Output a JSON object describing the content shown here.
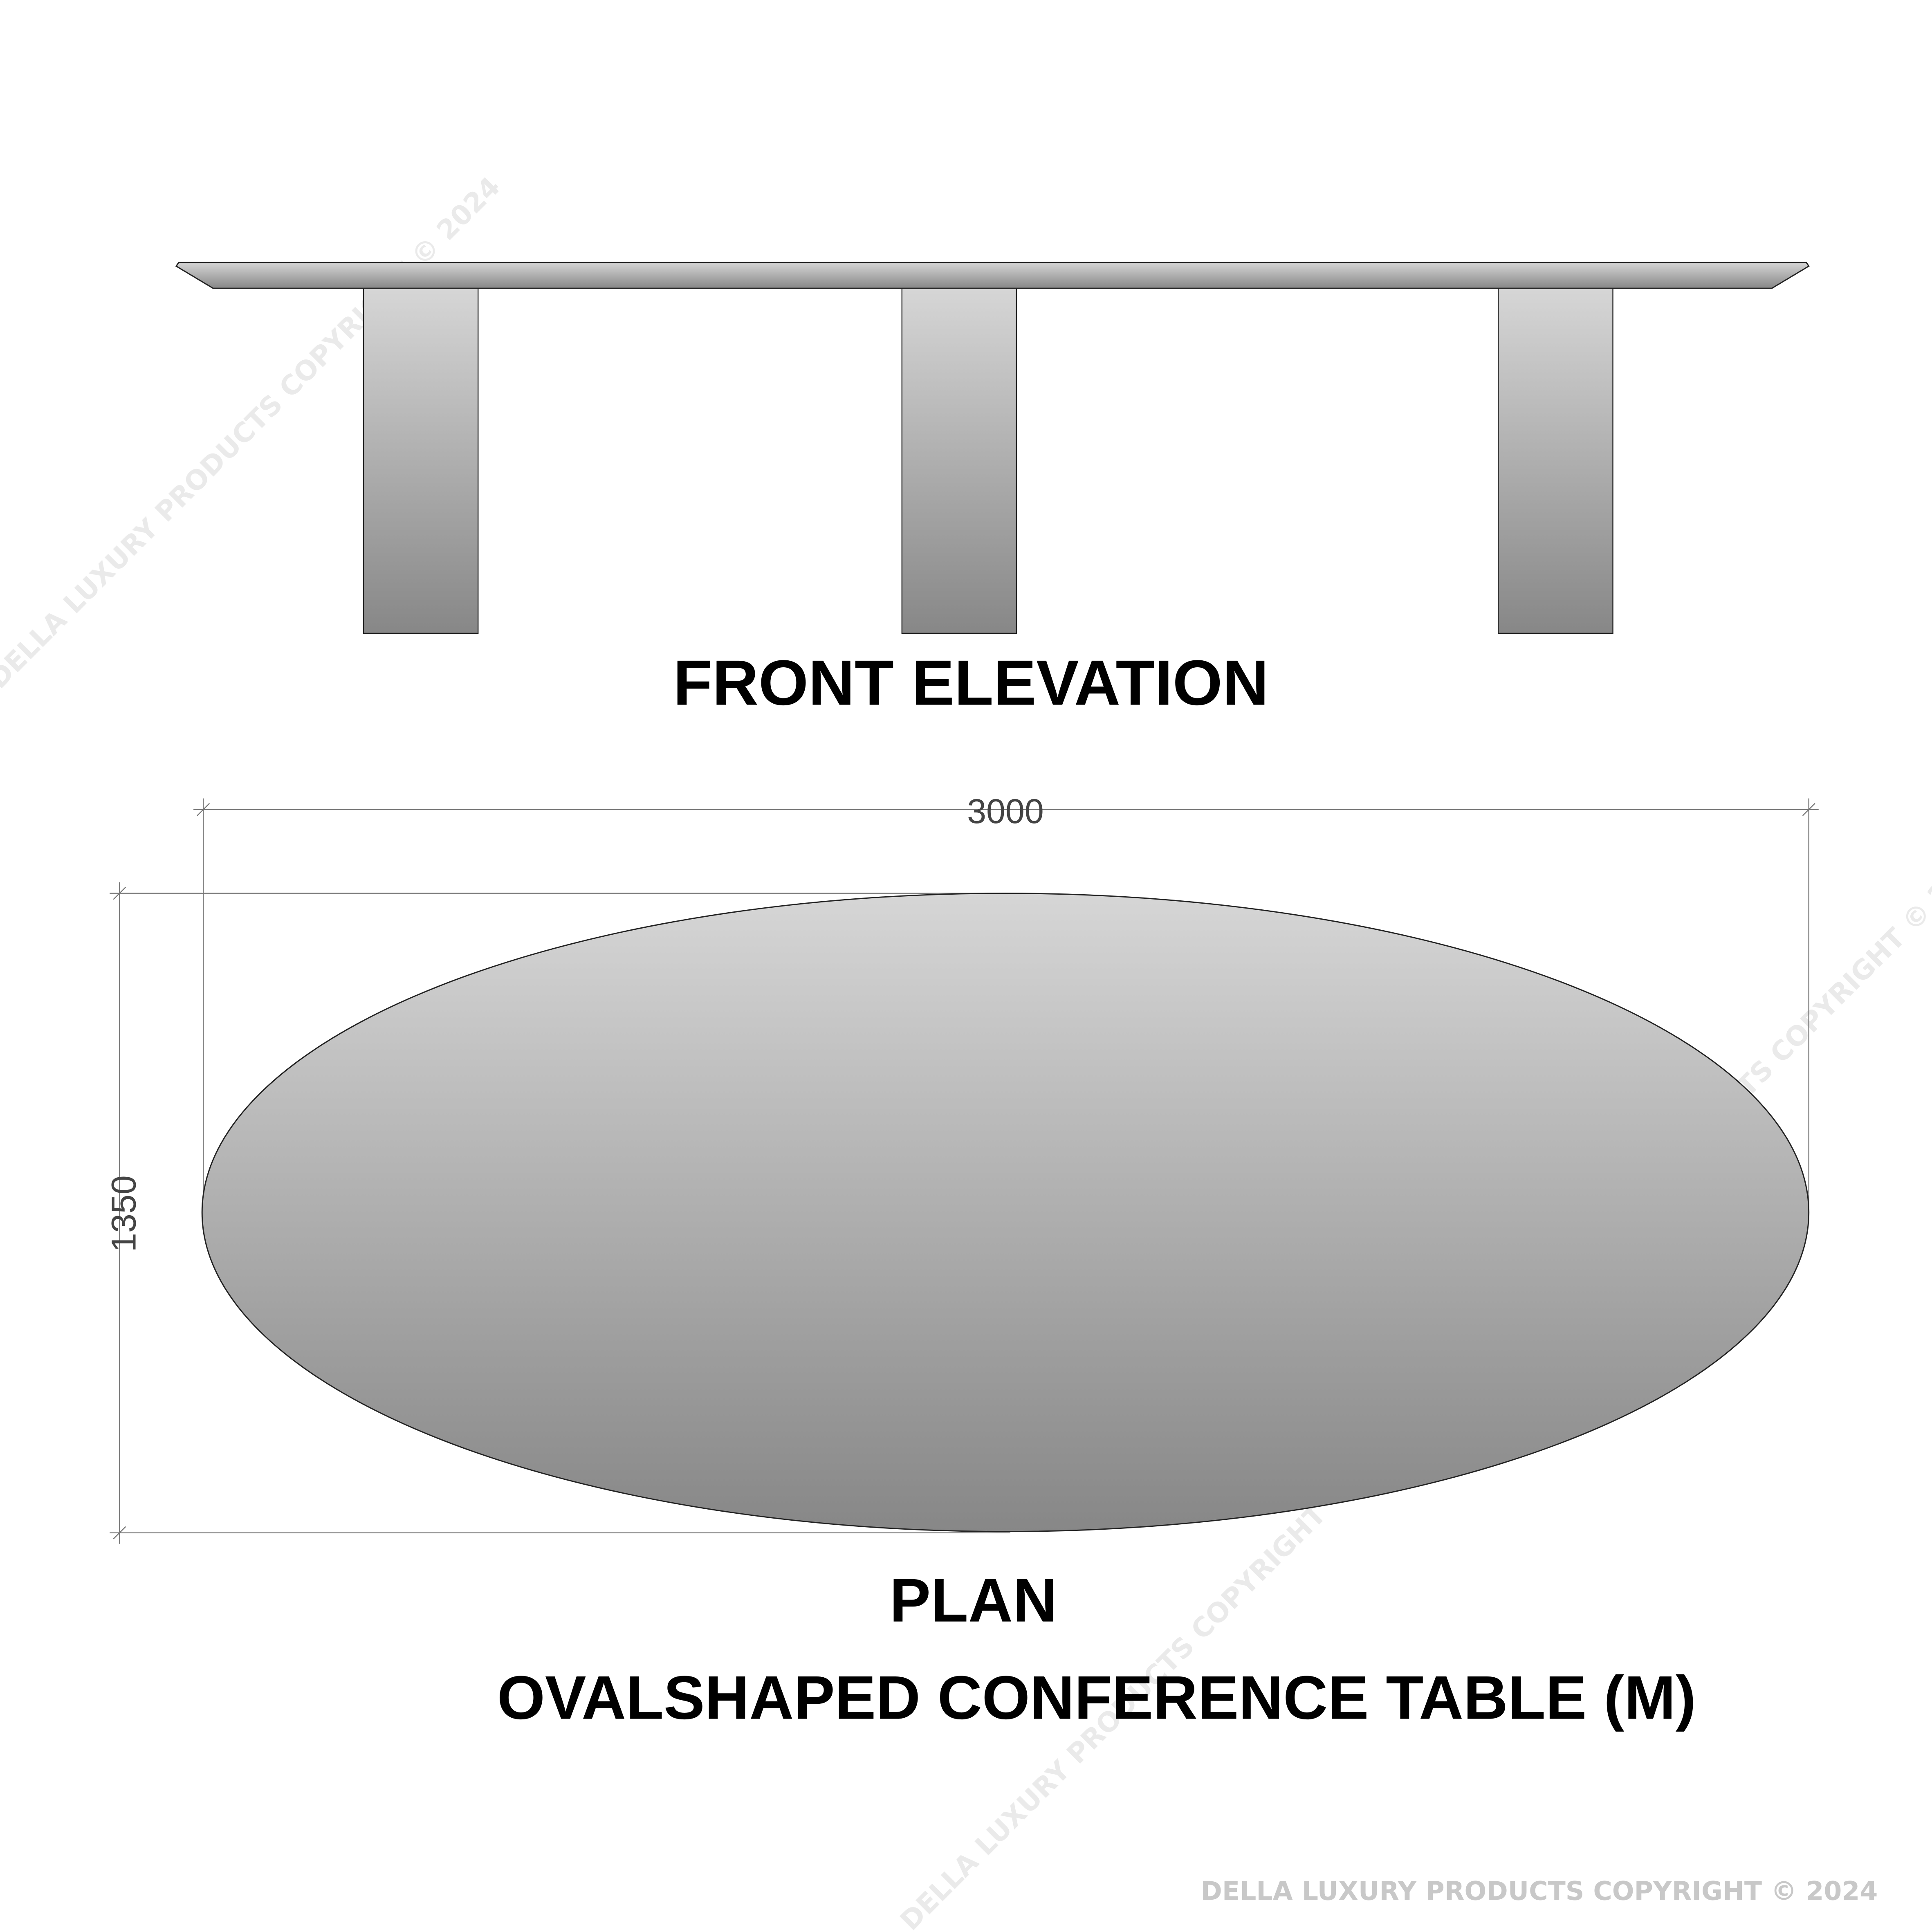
{
  "drawing": {
    "front_elevation_label": "FRONT ELEVATION",
    "plan_label": "PLAN",
    "title": "OVALSHAPED CONFERENCE TABLE (M)",
    "dimensions": {
      "length": "3000",
      "width": "1350"
    },
    "leg_count": 3
  },
  "watermark": {
    "text": "DELLA LUXURY PRODUCTS COPYRIGHT © 2024",
    "footer": "DELLA LUXURY PRODUCTS COPYRIGHT © 2024"
  },
  "colors": {
    "fill_light": "#d6d6d6",
    "fill_dark": "#888888",
    "outline": "#222222",
    "dimension_line": "#777777"
  }
}
